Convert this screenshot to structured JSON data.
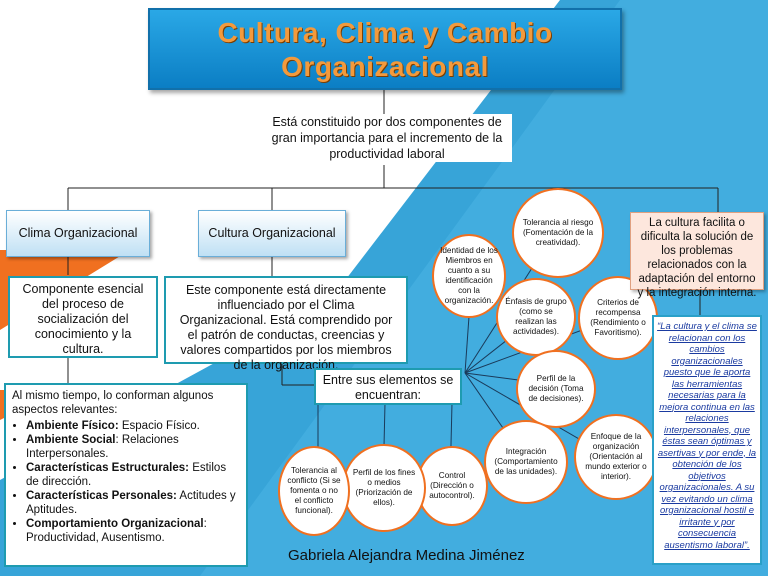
{
  "title": {
    "line1": "Cultura, Clima y Cambio",
    "line2": "Organizacional"
  },
  "intro": "Está constituido por dos componentes de gran importancia para el incremento de la productividad laboral",
  "clima": {
    "header": "Clima Organizacional",
    "description": "Componente esencial del proceso de socialización del conocimiento y la cultura.",
    "aspects_intro": "Al mismo tiempo, lo conforman algunos aspectos relevantes:",
    "aspects": [
      {
        "label": "Ambiente Físico:",
        "text": " Espacio Físico."
      },
      {
        "label": "Ambiente Social",
        "text": ": Relaciones Interpersonales."
      },
      {
        "label": "Características Estructurales:",
        "text": " Estilos de dirección."
      },
      {
        "label": "Características Personales:",
        "text": " Actitudes y Aptitudes."
      },
      {
        "label": "Comportamiento Organizacional",
        "text": ": Productividad, Ausentismo."
      }
    ]
  },
  "cultura": {
    "header": "Cultura Organizacional",
    "description": "Este componente está directamente influenciado por el Clima Organizacional. Está comprendido por el patrón de conductas, creencias y valores compartidos por los miembros de la organización.",
    "elements_label": "Entre sus elementos se encuentran:",
    "elements": [
      "Identidad de los Miembros en cuanto a su identificación con la organización.",
      "Tolerancia al riesgo (Fomentación de la creatividad).",
      "Énfasis de grupo (como se realizan las actividades).",
      "Criterios de recompensa (Rendimiento o Favoritismo).",
      "Perfil de la decisión (Toma de decisiones).",
      "Enfoque de la organización (Orientación al mundo exterior o interior).",
      "Integración (Comportamiento de las unidades).",
      "Control (Dirección o autocontrol).",
      "Perfil de los fines o medios (Priorización de ellos).",
      "Tolerancia al conflicto (Si se fomenta o no el conflicto funcional)."
    ]
  },
  "note": "La cultura facilita o dificulta la solución de los problemas relacionados con la adaptación del entorno y la integración interna.",
  "quote": "“La cultura y el clima se relacionan con los cambios organizacionales puesto que le aporta las herramientas necesarias para la mejora continua en las relaciones interpersonales, que éstas sean óptimas y asertivas y por ende, la obtención de los objetivos organizacionales. A su vez evitando un clima organizacional hostil e irritante y por consecuencia ausentismo laboral”.",
  "author": "Gabriela Alejandra Medina Jiménez",
  "colors": {
    "blue": "#1a9ad8",
    "orange": "#f07020",
    "teal": "#1e9bb0"
  }
}
